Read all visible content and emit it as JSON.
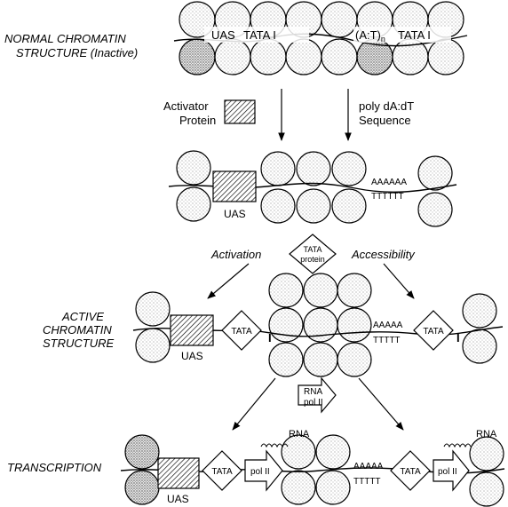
{
  "stages": {
    "normal": "NORMAL CHROMATIN",
    "normal_sub": "STRUCTURE (Inactive)",
    "active_1": "ACTIVE",
    "active_2": "CHROMATIN",
    "active_3": "STRUCTURE",
    "transcription": "TRANSCRIPTION"
  },
  "row1": {
    "uas": "UAS",
    "tata": "TATA I",
    "at": "(A:T)",
    "at_sub": "n",
    "tata2": "TATA I"
  },
  "inputs": {
    "activator_1": "Activator",
    "activator_2": "Protein",
    "polyda_1": "poly dA:dT",
    "polyda_2": "Sequence"
  },
  "row2": {
    "uas": "UAS",
    "a_tail": "AAAAAA",
    "t_tail": "TTTTTT"
  },
  "middle": {
    "activation": "Activation",
    "accessibility": "Accessibility",
    "tata_protein_1": "TATA",
    "tata_protein_2": "protein"
  },
  "row3": {
    "tata": "TATA",
    "uas": "UAS",
    "roman": "I",
    "a_tail": "AAAAA",
    "t_tail": "TTTTT",
    "tata2": "TATA",
    "roman2": "I"
  },
  "rnapol": {
    "rna": "RNA",
    "pol": "pol II"
  },
  "row4": {
    "uas": "UAS",
    "tata": "TATA",
    "pol": "pol II",
    "rna": "RNA",
    "a_tail": "AAAAA",
    "t_tail": "TTTTT",
    "tata2": "TATA",
    "pol2": "pol II",
    "rna2": "RNA"
  },
  "colors": {
    "ink": "#000000",
    "paper": "#ffffff",
    "stipple": "#b8b8b8"
  }
}
